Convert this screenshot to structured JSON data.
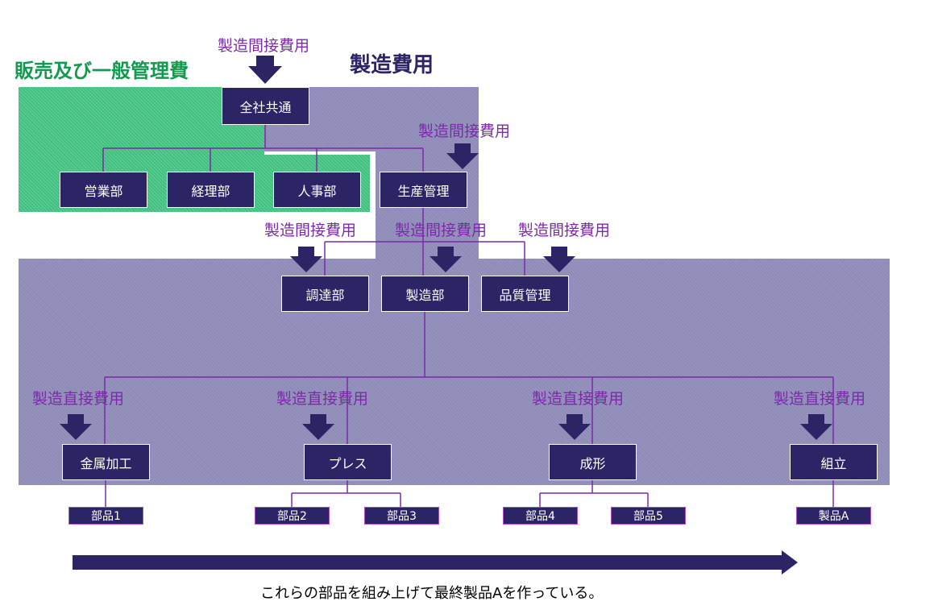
{
  "titles": {
    "sga": "販売及び一般管理費",
    "mfg": "製造費用"
  },
  "cost_labels": {
    "indirect": "製造間接費用",
    "direct": "製造直接費用"
  },
  "departments": {
    "hq": "全社共通",
    "sales": "営業部",
    "accounting": "経理部",
    "hr": "人事部",
    "production_control": "生産管理",
    "procurement": "調達部",
    "manufacturing": "製造部",
    "quality": "品質管理"
  },
  "processes": {
    "metal": "金属加工",
    "press": "プレス",
    "molding": "成形",
    "assembly": "組立"
  },
  "parts": [
    "部品1",
    "部品2",
    "部品3",
    "部品4",
    "部品5",
    "製品A"
  ],
  "caption": "これらの部品を組み上げて最終製品Aを作っている。",
  "colors": {
    "navy": "#2c2565",
    "purple_text": "#7b2aa8",
    "green": "#129a4e"
  }
}
